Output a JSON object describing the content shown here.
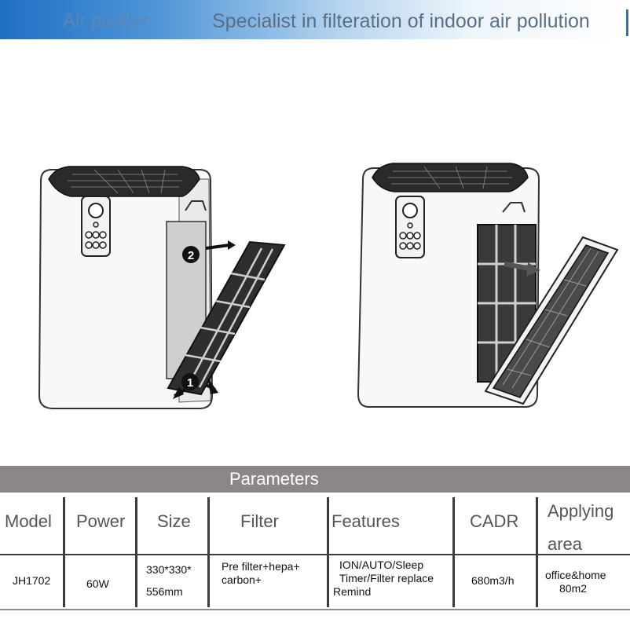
{
  "banner": {
    "product": "Air purifier",
    "tagline": "Specialist in filteration of indoor  air pollution"
  },
  "illustration": {
    "step_1": "1",
    "step_2": "2"
  },
  "parameters": {
    "title": "Parameters",
    "headers": [
      "Model",
      "Power",
      "Size",
      "Filter",
      "Features",
      "CADR",
      "Applying",
      "area"
    ],
    "row": {
      "model": "JH1702",
      "power": "60W",
      "size_1": "330*330*",
      "size_2": "556mm",
      "filter_1": "Pre filter+hepa+",
      "filter_2": "carbon+",
      "features_1": "ION/AUTO/Sleep",
      "features_2": "Timer/Filter replace",
      "features_3": "Remind",
      "cadr": "680m3/h",
      "area_1": "office&home",
      "area_2": "80m2"
    }
  },
  "colors": {
    "banner_blue": "#1f6fc4",
    "header_grey": "#8d8686"
  }
}
